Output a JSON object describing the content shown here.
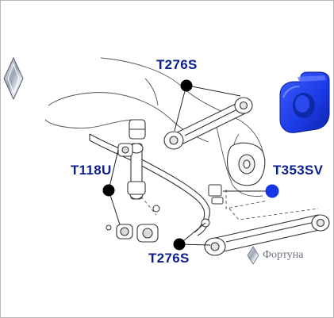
{
  "labels": {
    "t276_top": "T276S",
    "t118u": "T118U",
    "t353sv": "T353SV",
    "t276_bottom": "T276S"
  },
  "watermark": "Фортуна",
  "colors": {
    "label_text": "#0b1f8f",
    "callout_dot": "#000000",
    "highlight_dot": "#1436e6",
    "bushing": "#1f3fe0",
    "line_art": "#333333"
  },
  "icons": {
    "brand_logo": "rhombus-logo-icon",
    "watermark_logo": "rhombus-logo-icon"
  }
}
